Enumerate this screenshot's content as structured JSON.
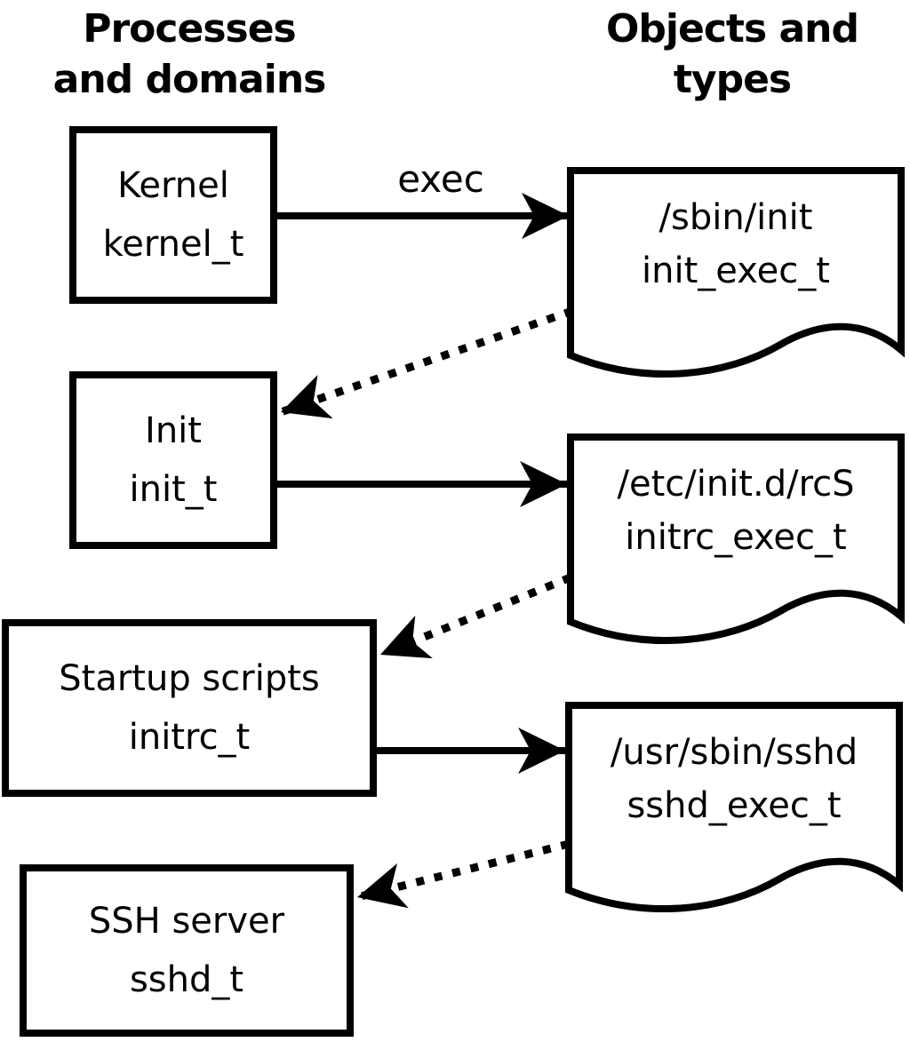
{
  "headers": {
    "left": "Processes\nand domains",
    "right": "Objects and\ntypes"
  },
  "arrow_label": "exec",
  "process_boxes": [
    {
      "name": "Kernel",
      "domain": "kernel_t"
    },
    {
      "name": "Init",
      "domain": "init_t"
    },
    {
      "name": "Startup scripts",
      "domain": "initrc_t"
    },
    {
      "name": "SSH server",
      "domain": "sshd_t"
    }
  ],
  "object_docs": [
    {
      "path": "/sbin/init",
      "type": "init_exec_t"
    },
    {
      "path": "/etc/init.d/rcS",
      "type": "initrc_exec_t"
    },
    {
      "path": "/usr/sbin/sshd",
      "type": "sshd_exec_t"
    }
  ],
  "colors": {
    "ink": "#000000",
    "background": "#ffffff"
  }
}
